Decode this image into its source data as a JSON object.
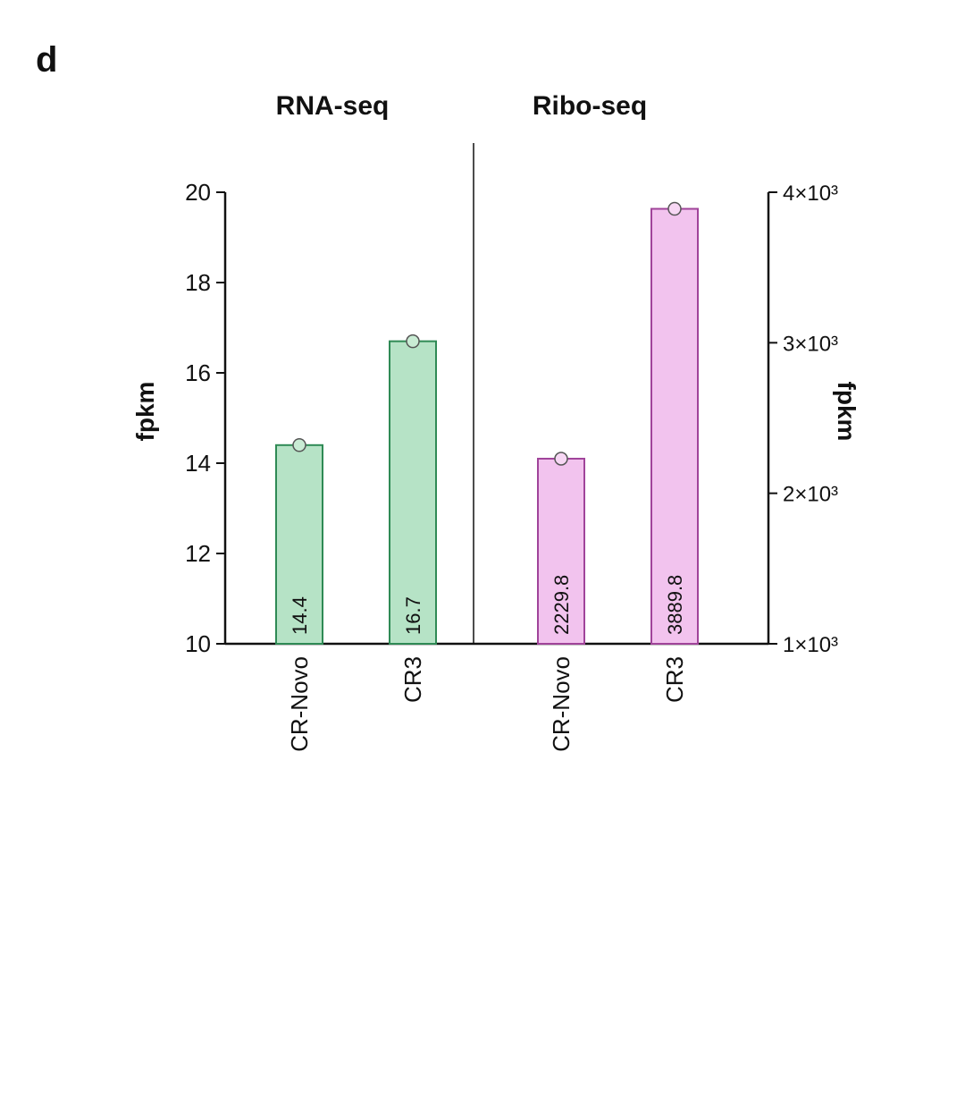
{
  "panel": {
    "letter": "d",
    "left_title": "RNA-seq",
    "right_title": "Ribo-seq"
  },
  "chart_data": {
    "type": "bar",
    "left": {
      "title": "RNA-seq",
      "ylabel": "fpkm",
      "ylim": [
        10,
        20
      ],
      "yticks": [
        "10",
        "12",
        "14",
        "16",
        "18",
        "20"
      ],
      "ytick_values": [
        10,
        12,
        14,
        16,
        18,
        20
      ],
      "categories": [
        "CR-Novo",
        "CR3"
      ],
      "values": [
        14.4,
        16.7
      ],
      "value_labels": [
        "14.4",
        "16.7"
      ],
      "bar_color": "#b6e3c6",
      "bar_stroke": "#2f8a55",
      "point_color": "#c9ecd4"
    },
    "right": {
      "title": "Ribo-seq",
      "ylabel": "fpkm",
      "ylim": [
        1000,
        4000
      ],
      "yticks": [
        "1×10³",
        "2×10³",
        "3×10³",
        "4×10³"
      ],
      "ytick_values": [
        1000,
        2000,
        3000,
        4000
      ],
      "categories": [
        "CR-Novo",
        "CR3"
      ],
      "values": [
        2229.8,
        3889.8
      ],
      "value_labels": [
        "2229.8",
        "3889.8"
      ],
      "bar_color": "#f2c3ee",
      "bar_stroke": "#a0449a",
      "point_color": "#f7d7f4"
    }
  }
}
